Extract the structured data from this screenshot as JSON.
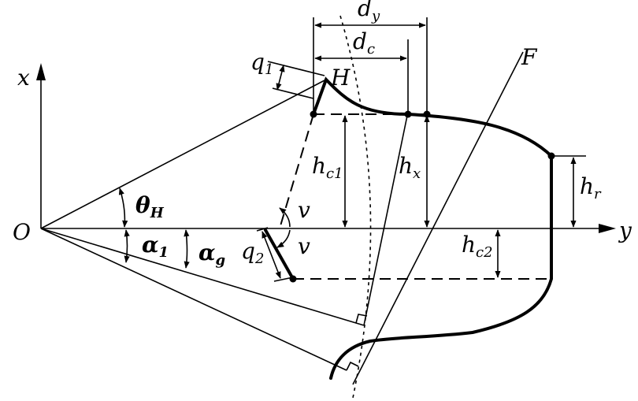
{
  "labels": {
    "x_axis": "x",
    "y_axis": "y",
    "origin": "O",
    "point_H": "H",
    "line_F": "F",
    "q1": {
      "base": "q",
      "sub": "1"
    },
    "q2": {
      "base": "q",
      "sub": "2"
    },
    "dy": {
      "base": "d",
      "sub": "y"
    },
    "dc": {
      "base": "d",
      "sub": "c"
    },
    "hc1": {
      "base": "h",
      "sub": "c1"
    },
    "hx": {
      "base": "h",
      "sub": "x"
    },
    "hr": {
      "base": "h",
      "sub": "r"
    },
    "hc2": {
      "base": "h",
      "sub": "c2"
    },
    "thetaH": {
      "base": "θ",
      "sub": "H"
    },
    "alpha1": {
      "base": "α",
      "sub": "1"
    },
    "alphag": {
      "base": "α",
      "sub": "g"
    },
    "v_upper": "v",
    "v_lower": "v"
  }
}
